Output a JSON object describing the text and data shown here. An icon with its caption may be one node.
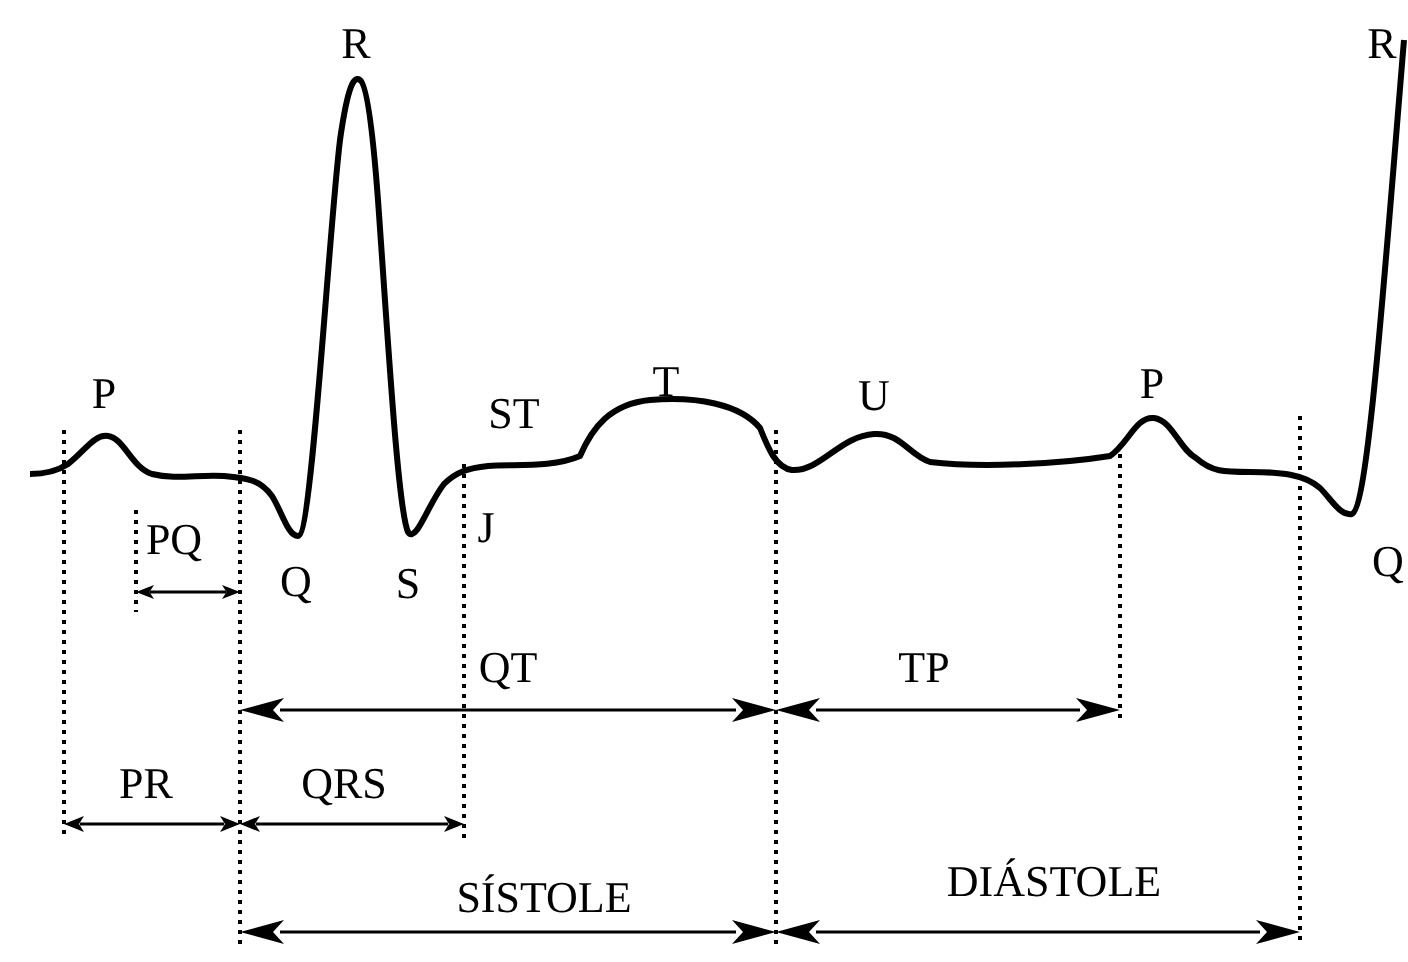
{
  "diagram": {
    "labels": [
      "R",
      "R",
      "T",
      "P",
      "ST",
      "U",
      "P",
      "PQ",
      "J",
      "Q",
      "S",
      "Q",
      "QT",
      "TP",
      "PR",
      "QRS",
      "SÍSTOLE",
      "DIÁSTOLE"
    ]
  }
}
